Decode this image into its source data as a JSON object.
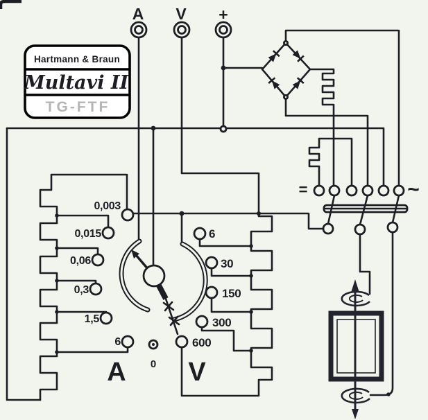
{
  "logo": {
    "brand": "Hartmann & Braun",
    "model": "Multavi II",
    "watermark": "TG-FTF"
  },
  "terminals": {
    "current": "A",
    "voltage": "V",
    "common": "+"
  },
  "current_ranges": {
    "unit": "A",
    "values": [
      "0,003",
      "0,015",
      "0,06",
      "0,3",
      "1,5",
      "6"
    ]
  },
  "voltage_ranges": {
    "unit": "V",
    "values": [
      "6",
      "30",
      "150",
      "300",
      "600"
    ]
  },
  "selector": {
    "dc_symbol": "=",
    "ac_symbol": "~",
    "off_position": "0"
  },
  "colors": {
    "ink": "#1d1d24",
    "paper": "#f1f5ee",
    "logo_watermark": "#b5b5b5",
    "logo_background": "#ffffff"
  }
}
